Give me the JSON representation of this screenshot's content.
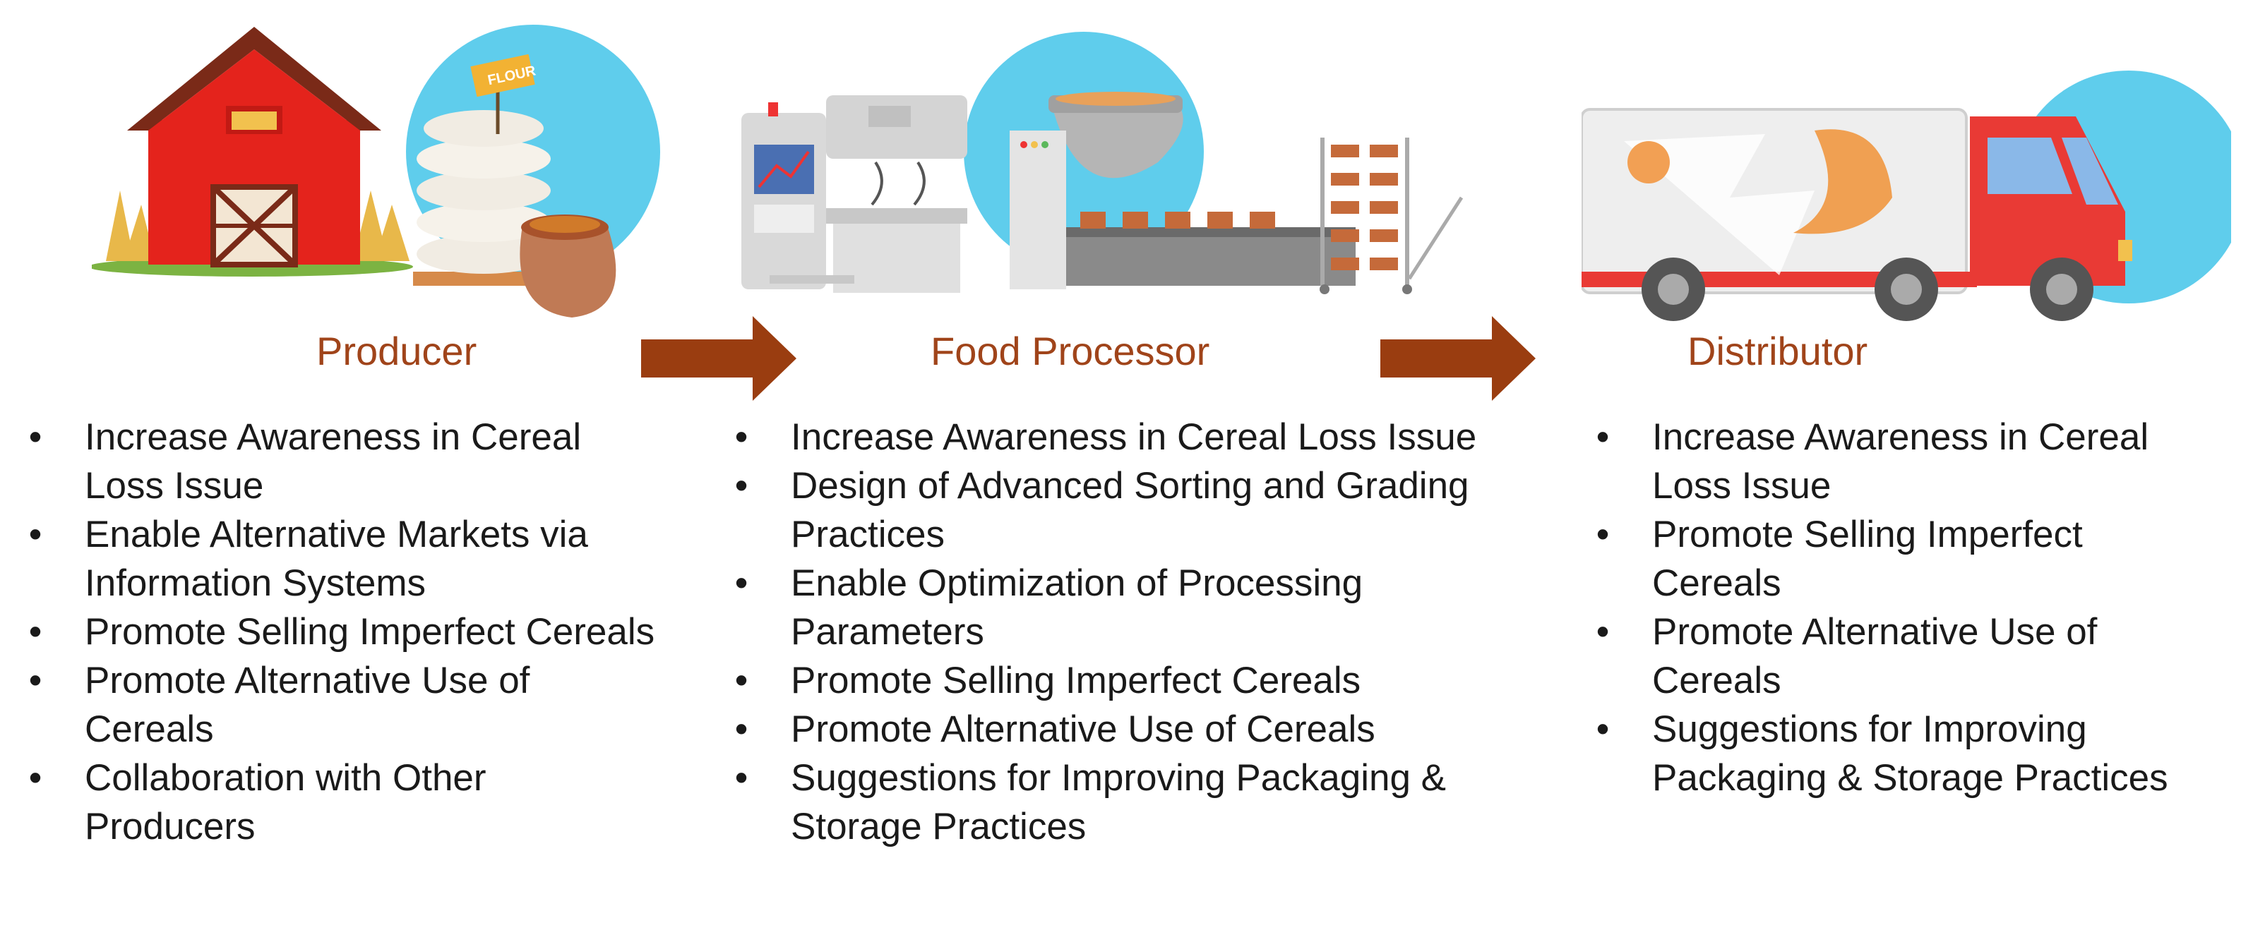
{
  "stages": [
    {
      "id": "producer",
      "title": "Producer",
      "bag_label": "FLOUR",
      "actions": [
        "Increase Awareness in Cereal Loss Issue",
        "Enable Alternative Markets via Information Systems",
        "Promote Selling Imperfect Cereals",
        "Promote Alternative Use of Cereals",
        "Collaboration with Other Producers"
      ]
    },
    {
      "id": "food-processor",
      "title": "Food Processor",
      "actions": [
        "Increase Awareness in Cereal Loss Issue",
        "Design of Advanced Sorting and Grading Practices",
        "Enable Optimization of Processing Parameters",
        "Promote Selling Imperfect Cereals",
        "Promote Alternative Use of Cereals",
        "Suggestions for Improving Packaging & Storage Practices"
      ]
    },
    {
      "id": "distributor",
      "title": "Distributor",
      "actions": [
        "Increase Awareness in Cereal Loss Issue",
        "Promote Selling Imperfect Cereals",
        "Promote Alternative Use of Cereals",
        "Suggestions for Improving Packaging & Storage Practices"
      ]
    }
  ],
  "bullet_glyph": "•",
  "colors": {
    "title": "#a0441a",
    "arrow": "#9a3d10",
    "text": "#1a1a1a",
    "circle": "#5fcdec",
    "barn_red": "#e4231c",
    "truck_red": "#e93a35"
  }
}
